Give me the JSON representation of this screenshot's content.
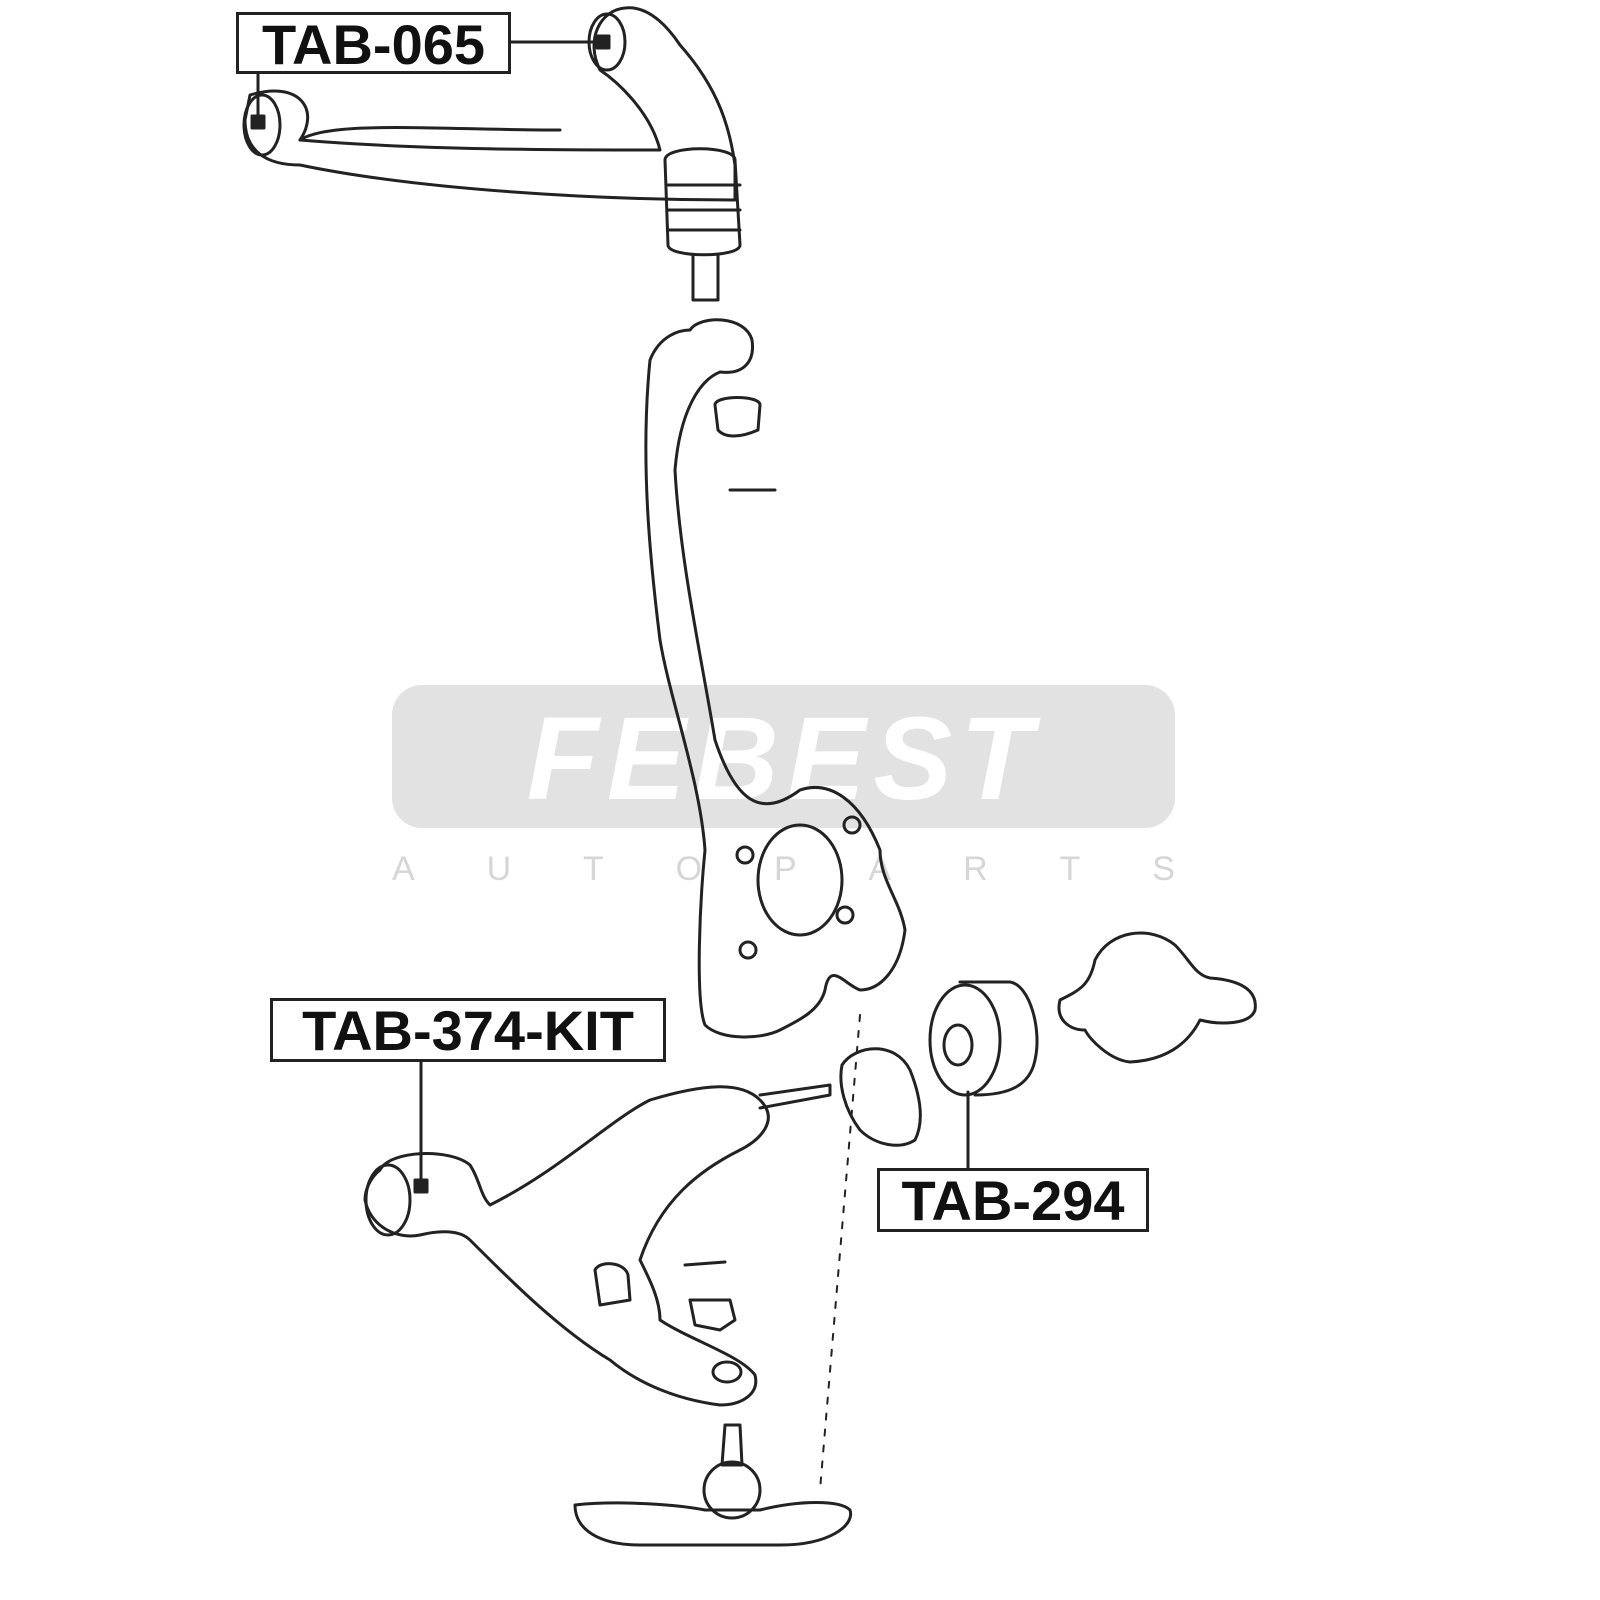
{
  "labels": {
    "upper_arm_bushing": "TAB-065",
    "lower_arm_kit": "TAB-374-KIT",
    "rear_bushing": "TAB-294"
  },
  "watermark": {
    "brand": "FEBEST",
    "subtitle_letters": [
      "A",
      "U",
      "T",
      "O",
      "P",
      "A",
      "R",
      "T",
      "S"
    ]
  }
}
